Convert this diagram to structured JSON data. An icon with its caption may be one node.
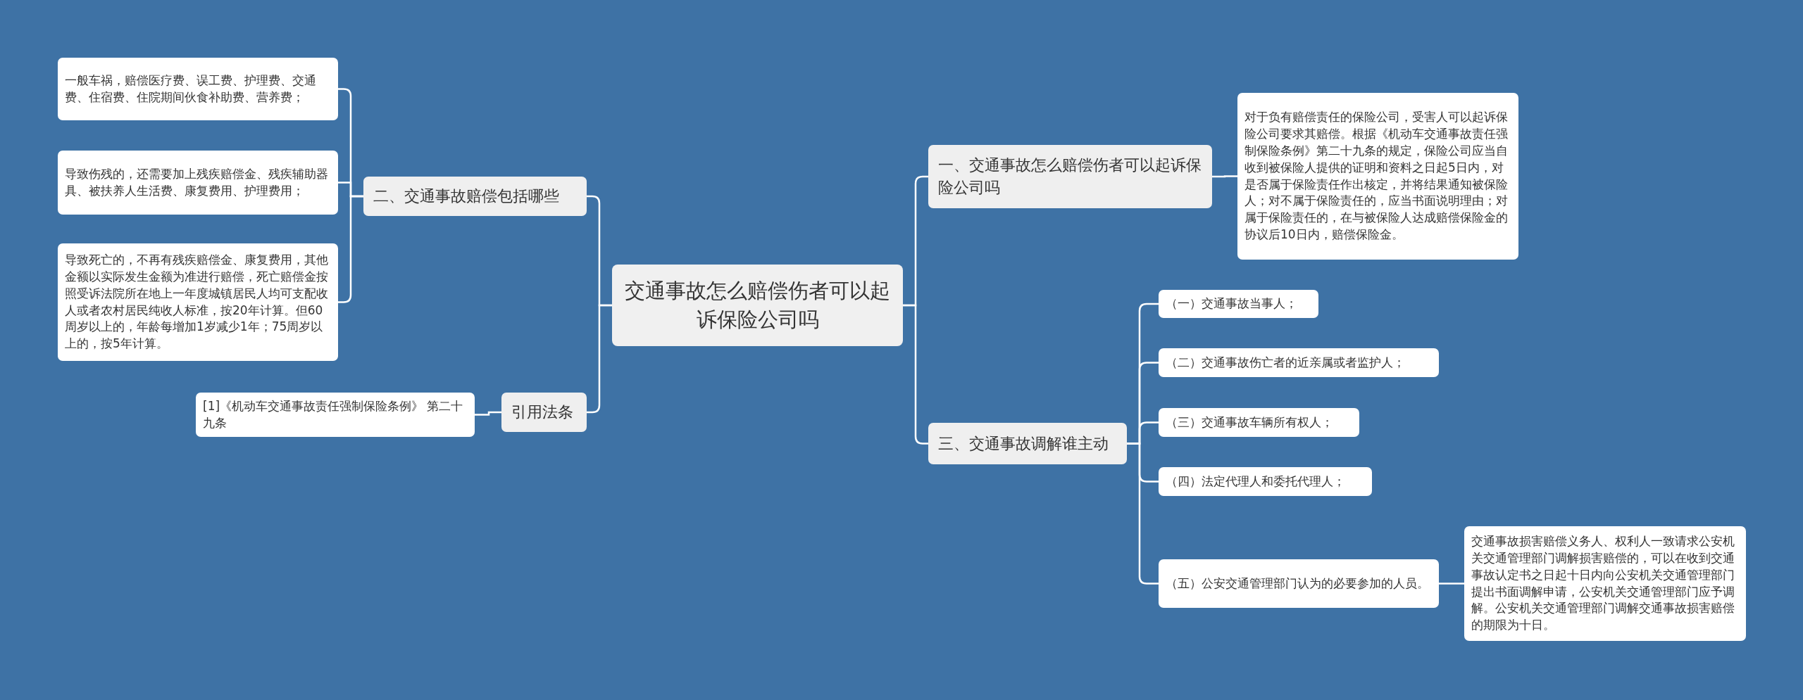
{
  "diagram": {
    "nodes": [
      {
        "text": [
          "交通事故怎么赔偿伤者可以起诉保险公司吗"
        ]
      },
      {
        "text": [
          "二、交通事故赔偿包括哪些"
        ]
      },
      {
        "text": [
          "一般车祸，赔偿医疗费、误工费、护理费、交通费、住宿费、住院期间伙食补助费、营养费；"
        ]
      },
      {
        "text": [
          "导致伤残的，还需要加上残疾赔偿金、残疾辅助器具、被扶养人生活费、康复费用、护理费用；"
        ]
      },
      {
        "text": [
          "导致死亡的，不再有残疾赔偿金、康复费用，其他金额以实际发生金额为准进行赔偿，死亡赔偿金按照受诉法院所在地上一年度城镇居民人均可支配收人或者农村居民纯收人标准，按20年计算。但60周岁以上的，年龄每增加1岁减少1年；75周岁以上的，按5年计算。"
        ]
      },
      {
        "text": [
          "引用法条"
        ]
      },
      {
        "text": [
          "[1]《机动车交通事故责任强制保险条例》 第二十九条"
        ]
      },
      {
        "text": [
          "一、交通事故怎么赔偿伤者可以起诉保险公司吗"
        ]
      },
      {
        "text": [
          "对于负有赔偿责任的保险公司，受害人可以起诉保险公司要求其赔偿。根据《机动车交通事故责任强制保险条例》第二十九条的规定，保险公司应当自收到被保险人提供的证明和资料之日起5日内，对是否属于保险责任作出核定，并将结果通知被保险人；对不属于保险责任的，应当书面说明理由；对属于保险责任的，在与被保险人达成赔偿保险金的协议后10日内，赔偿保险金。"
        ]
      },
      {
        "text": [
          "三、交通事故调解谁主动"
        ]
      },
      {
        "text": [
          "（一）交通事故当事人；"
        ]
      },
      {
        "text": [
          "（二）交通事故伤亡者的近亲属或者监护人；"
        ]
      },
      {
        "text": [
          "（三）交通事故车辆所有权人；"
        ]
      },
      {
        "text": [
          "（四）法定代理人和委托代理人；"
        ]
      },
      {
        "text": [
          "（五）公安交通管理部门认为的必要参加的人员。"
        ]
      },
      {
        "text": [
          "交通事故损害赔偿义务人、权利人一致请求公安机关交通管理部门调解损害赔偿的，可以在收到交通事故认定书之日起十日内向公安机关交通管理部门提出书面调解申请，公安机关交通管理部门应予调解。公安机关交通管理部门调解交通事故损害赔偿的期限为十日。"
        ]
      }
    ],
    "edges": [
      {
        "from": 0,
        "to": 1,
        "arrow": "none"
      },
      {
        "from": 1,
        "to": 2,
        "arrow": "none"
      },
      {
        "from": 1,
        "to": 3,
        "arrow": "none"
      },
      {
        "from": 1,
        "to": 4,
        "arrow": "none"
      },
      {
        "from": 0,
        "to": 5,
        "arrow": "none"
      },
      {
        "from": 5,
        "to": 6,
        "arrow": "none"
      },
      {
        "from": 0,
        "to": 7,
        "arrow": "none"
      },
      {
        "from": 7,
        "to": 8,
        "arrow": "none"
      },
      {
        "from": 0,
        "to": 9,
        "arrow": "none"
      },
      {
        "from": 9,
        "to": 10,
        "arrow": "none"
      },
      {
        "from": 9,
        "to": 11,
        "arrow": "none"
      },
      {
        "from": 9,
        "to": 12,
        "arrow": "none"
      },
      {
        "from": 9,
        "to": 13,
        "arrow": "none"
      },
      {
        "from": 9,
        "to": 14,
        "arrow": "none"
      },
      {
        "from": 14,
        "to": 15,
        "arrow": "none"
      }
    ]
  }
}
